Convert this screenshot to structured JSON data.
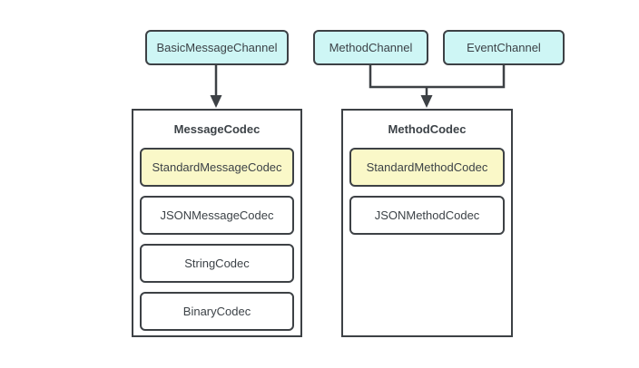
{
  "diagram": {
    "channels": [
      {
        "label": "BasicMessageChannel"
      },
      {
        "label": "MethodChannel"
      },
      {
        "label": "EventChannel"
      }
    ],
    "containers": [
      {
        "title": "MessageCodec",
        "items": [
          {
            "label": "StandardMessageCodec",
            "highlight": true
          },
          {
            "label": "JSONMessageCodec",
            "highlight": false
          },
          {
            "label": "StringCodec",
            "highlight": false
          },
          {
            "label": "BinaryCodec",
            "highlight": false
          }
        ]
      },
      {
        "title": "MethodCodec",
        "items": [
          {
            "label": "StandardMethodCodec",
            "highlight": true
          },
          {
            "label": "JSONMethodCodec",
            "highlight": false
          }
        ]
      }
    ],
    "colors": {
      "channel_bg": "#CEF6F5",
      "highlight_bg": "#FAF8C8",
      "plain_bg": "#FFFFFF",
      "border": "#3D4145",
      "text": "#3C4247",
      "canvas_bg": "#FFFFFF"
    }
  }
}
